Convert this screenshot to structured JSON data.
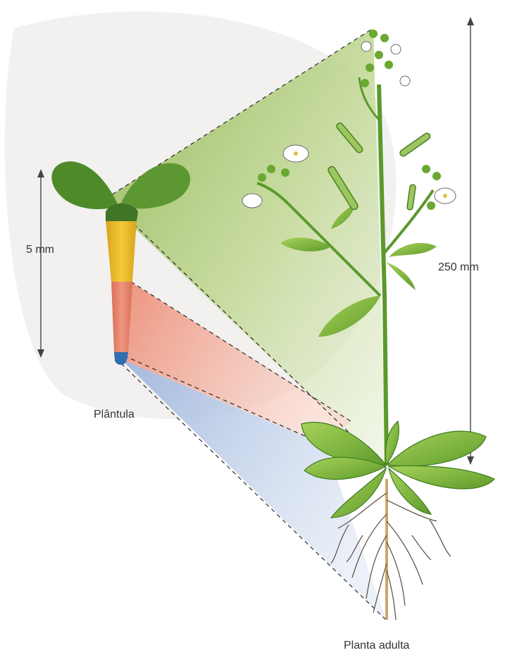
{
  "labels": {
    "seedling_height": "5 mm",
    "adult_height": "250 mm",
    "seedling": "Plântula",
    "adult_plant": "Planta adulta"
  },
  "colors": {
    "shoot_green": "#4f8a2a",
    "leaf_green": "#7fba3c",
    "hypocotyl_yellow": "#e9b829",
    "root_red": "#e5826a",
    "root_tip_blue": "#2f6fae",
    "projection_green": "#b8d489",
    "projection_red": "#f3b6a5",
    "projection_blue": "#b7c9e6",
    "root_brown": "#5a4a3a"
  },
  "icons": {
    "seedling": "seedling-illustration",
    "adult": "arabidopsis-adult-illustration"
  }
}
